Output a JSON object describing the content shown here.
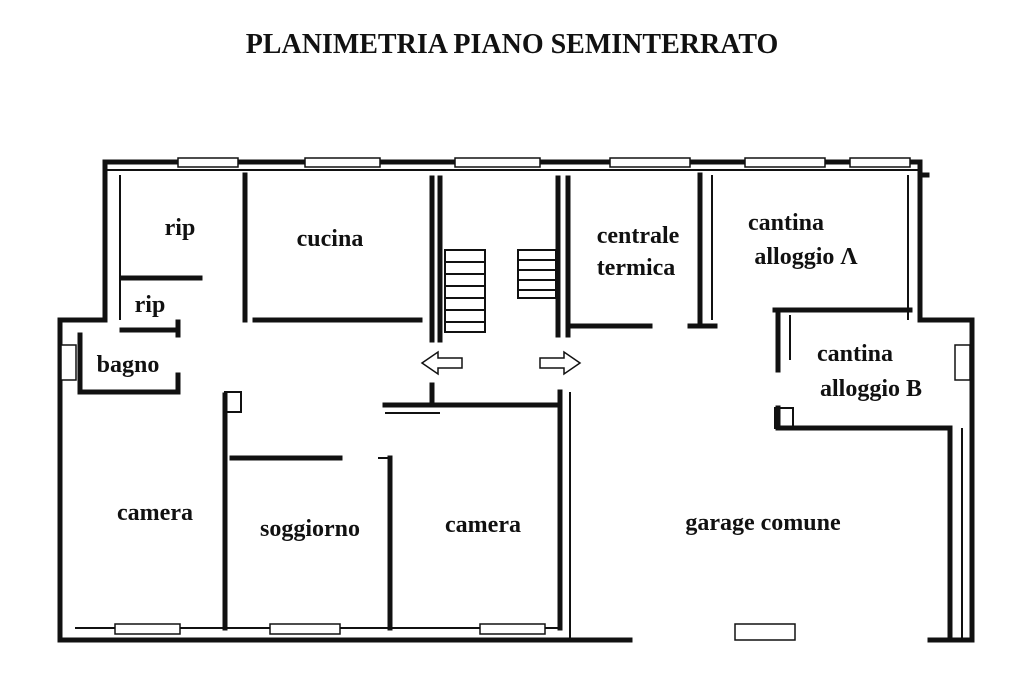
{
  "title": "PLANIMETRIA PIANO SEMINTERRATO",
  "rooms": {
    "rip_upper": "rip",
    "rip_lower": "rip",
    "cucina": "cucina",
    "centrale_line1": "centrale",
    "centrale_line2": "termica",
    "cantina_a_line1": "cantina",
    "cantina_a_line2": "alloggio Λ",
    "bagno": "bagno",
    "cantina_b_line1": "cantina",
    "cantina_b_line2": "alloggio B",
    "camera_left": "camera",
    "soggiorno": "soggiorno",
    "camera_center": "camera",
    "garage": "garage comune"
  },
  "icons": {
    "arrow_left": "arrow-left-icon",
    "arrow_right": "arrow-right-icon"
  },
  "colors": {
    "ink": "#111111",
    "paper": "#ffffff"
  }
}
